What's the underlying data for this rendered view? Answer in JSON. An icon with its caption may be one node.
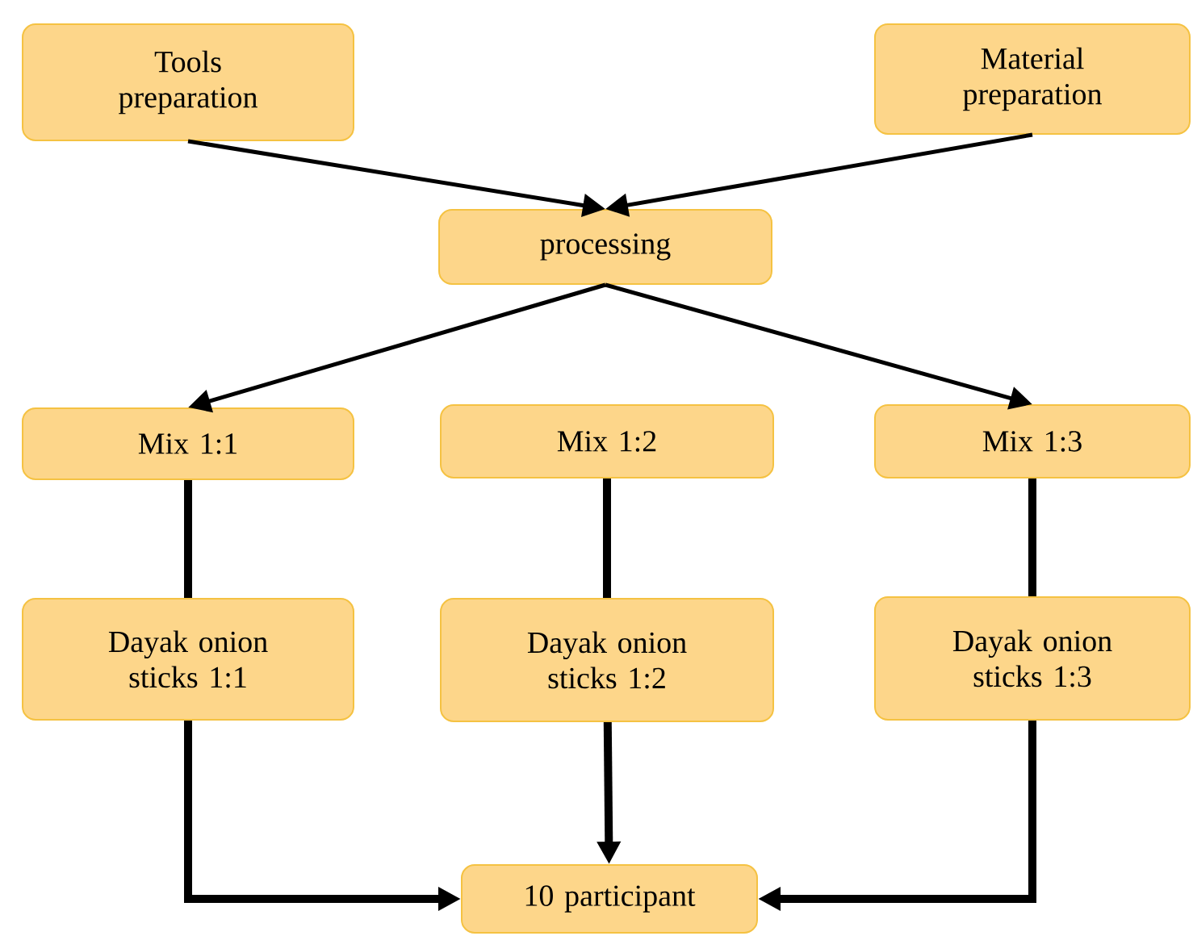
{
  "diagram": {
    "nodes": [
      {
        "text": [
          "Tools preparation"
        ]
      },
      {
        "text": [
          "Material preparation"
        ]
      },
      {
        "text": [
          "processing"
        ]
      },
      {
        "text": [
          "Mix 1:1"
        ]
      },
      {
        "text": [
          "Mix 1:2"
        ]
      },
      {
        "text": [
          "Mix 1:3"
        ]
      },
      {
        "text": [
          "Dayak onion sticks 1:1"
        ]
      },
      {
        "text": [
          "Dayak onion sticks 1:2"
        ]
      },
      {
        "text": [
          "Dayak onion sticks 1:3"
        ]
      },
      {
        "text": [
          "10 participant"
        ]
      }
    ],
    "edges": [
      {
        "from": 0,
        "to": 2,
        "arrow": "to"
      },
      {
        "from": 1,
        "to": 2,
        "arrow": "to"
      },
      {
        "from": 2,
        "to": 3,
        "arrow": "to"
      },
      {
        "from": 2,
        "to": 5,
        "arrow": "to"
      },
      {
        "from": 3,
        "to": 6,
        "arrow": "none"
      },
      {
        "from": 4,
        "to": 7,
        "arrow": "none"
      },
      {
        "from": 5,
        "to": 8,
        "arrow": "none"
      },
      {
        "from": 6,
        "to": 9,
        "arrow": "to"
      },
      {
        "from": 7,
        "to": 9,
        "arrow": "to"
      },
      {
        "from": 8,
        "to": 9,
        "arrow": "to"
      }
    ]
  }
}
